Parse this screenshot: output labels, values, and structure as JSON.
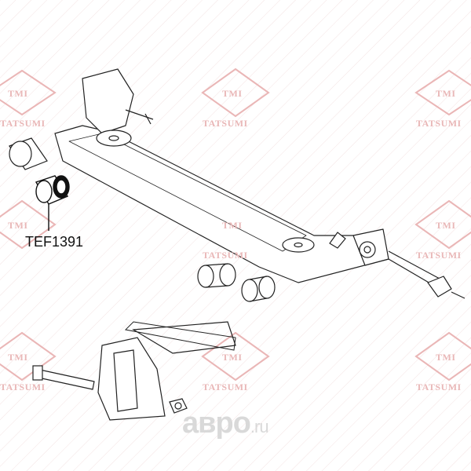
{
  "watermark": {
    "brand": "TMI",
    "name": "TATSUMI",
    "color": "#e8b0b0"
  },
  "diagram": {
    "part_number": "TEF1391"
  },
  "footer": {
    "site": "авро",
    "tld": ".ru"
  }
}
